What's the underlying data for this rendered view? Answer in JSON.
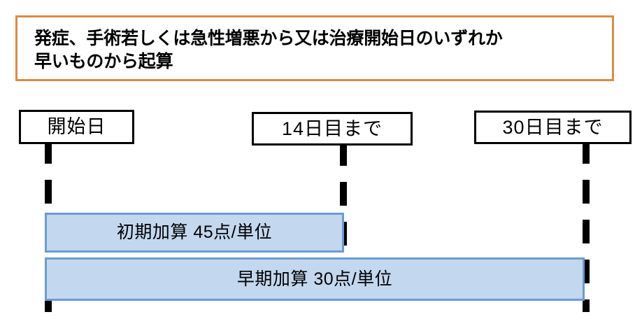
{
  "header": {
    "note": "発症、手術若しくは急性増悪から又は治療開始日のいずれか\n早いものから起算",
    "border_color": "#d98c46"
  },
  "timeline": {
    "markers": [
      {
        "label": "開始日",
        "name": "marker-start-day"
      },
      {
        "label": "14日目まで",
        "name": "marker-day-14"
      },
      {
        "label": "30日目まで",
        "name": "marker-day-30"
      }
    ],
    "bars": [
      {
        "name": "bar-initial-addition",
        "label": "初期加算  45点/単位",
        "addition_name": "初期加算",
        "points": "45点/単位",
        "fill_color": "#c3d7ef",
        "border_color": "#6c9bd2"
      },
      {
        "name": "bar-early-addition",
        "label": "早期加算   30点/単位",
        "addition_name": "早期加算",
        "points": "30点/単位",
        "fill_color": "#c3d7ef",
        "border_color": "#6c9bd2"
      }
    ]
  }
}
